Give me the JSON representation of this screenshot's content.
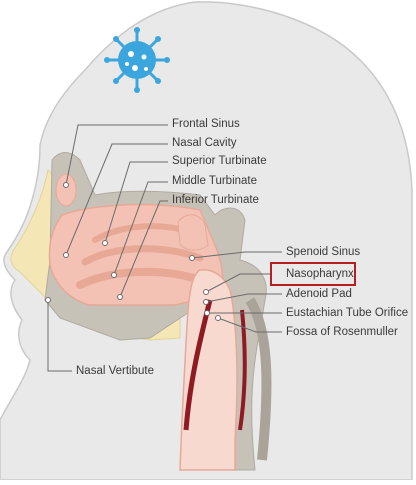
{
  "labels": {
    "frontal_sinus": "Frontal Sinus",
    "nasal_cavity": "Nasal Cavity",
    "superior_turbinate": "Superior Turbinate",
    "middle_turbinate": "Middle Turbinate",
    "inferior_turbinate": "Inferior Turbinate",
    "spenoid_sinus": "Spenoid Sinus",
    "nasopharynx": "Nasopharynx",
    "adenoid_pad": "Adenoid Pad",
    "eustachian_tube_orifice": "Eustachian Tube Orifice",
    "fossa_of_rosenmuller": "Fossa of Rosenmuller",
    "nasal_vertibute": "Nasal Vertibute"
  },
  "highlighted_label": "Nasopharynx",
  "icon": "virus-icon",
  "colors": {
    "skin": "#e9e9e9",
    "skin_outline": "#c9c9c9",
    "bone": "#c7c2b8",
    "fat": "#f4e7b5",
    "mucosa": "#f3c2b5",
    "mucosa_dark": "#e7a896",
    "airway": "#f8d9cf",
    "blood": "#8f1a24",
    "highlight": "#b3201f",
    "virus": "#3aa6dd",
    "leader": "#6b6b6b"
  }
}
